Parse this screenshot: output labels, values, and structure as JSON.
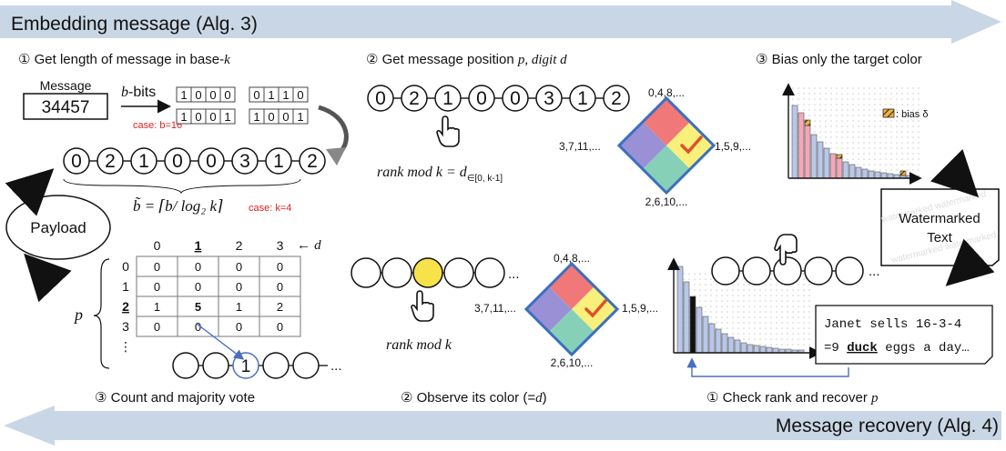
{
  "embedding": {
    "title": "Embedding message (Alg. 3)",
    "step1": {
      "title": "① Get length of message in base-",
      "title_var": "k",
      "message_label": "Message",
      "message_value": "34457",
      "arrow_label": "-bits",
      "arrow_var": "b",
      "case_b": "case: b=16",
      "bits": [
        "1",
        "0",
        "0",
        "0",
        "0",
        "1",
        "1",
        "0",
        "1",
        "0",
        "0",
        "1",
        "1",
        "0",
        "0",
        "1"
      ],
      "base_digits": [
        "0",
        "2",
        "1",
        "0",
        "0",
        "3",
        "1",
        "2"
      ],
      "formula": "b̃ = ⌈b/ log₂ k⌉",
      "case_k": "case: k=4"
    },
    "step2": {
      "title": "② Get message position ",
      "title_vars": "p, digit d",
      "digits": [
        "0",
        "2",
        "1",
        "0",
        "0",
        "3",
        "1",
        "2"
      ],
      "formula_main": "rank mod k = d",
      "formula_sub": "∈[0, k-1]",
      "diamond": {
        "top": "0,4,8,...",
        "left": "3,7,11,...",
        "right": "1,5,9,...",
        "bottom": "2,6,10,..."
      }
    },
    "step3": {
      "title": "③ Bias only the target color",
      "legend": ": bias δ"
    }
  },
  "payload": "Payload",
  "watermarked_text": "Watermarked Text",
  "recovery": {
    "title": "Message recovery (Alg. 4)",
    "step1": {
      "title": "① Check rank and recover ",
      "title_var": "p",
      "text_line1": "Janet sells 16-3-4",
      "text_line2_a": "=9 ",
      "text_line2_b": "duck",
      "text_line2_c": " eggs a day…"
    },
    "step2": {
      "title": "② Observe its color (=",
      "title_var": "d",
      "title_end": ")",
      "formula": "rank mod k",
      "diamond": {
        "top": "0,4,8,...",
        "left": "3,7,11,...",
        "right": "1,5,9,...",
        "bottom": "2,6,10,..."
      }
    },
    "step3": {
      "title": "③ Count and majority vote",
      "col_headers": [
        "0",
        "1",
        "2",
        "3"
      ],
      "d_label": "← d",
      "row_headers": [
        "0",
        "1",
        "2",
        "3",
        "⋮"
      ],
      "p_label": "p",
      "rows": [
        [
          "0",
          "0",
          "0",
          "0"
        ],
        [
          "0",
          "0",
          "0",
          "0"
        ],
        [
          "1",
          "5",
          "1",
          "2"
        ],
        [
          "0",
          "0",
          "0",
          "0"
        ]
      ],
      "vote_value": "1"
    }
  },
  "ellipsis": "...",
  "colors": {
    "band": "#c9d6e6",
    "red": "#f07878",
    "purple": "#9a90d6",
    "yellow": "#f8f07a",
    "teal": "#86d0b8",
    "diamond_border": "#3a6fbf",
    "hist_blue": "#b9c7e8",
    "hist_pink": "#f2a8b8",
    "hist_orange": "#f0b040",
    "vote_blue": "#4a6fbf",
    "check": "#e0502a"
  }
}
